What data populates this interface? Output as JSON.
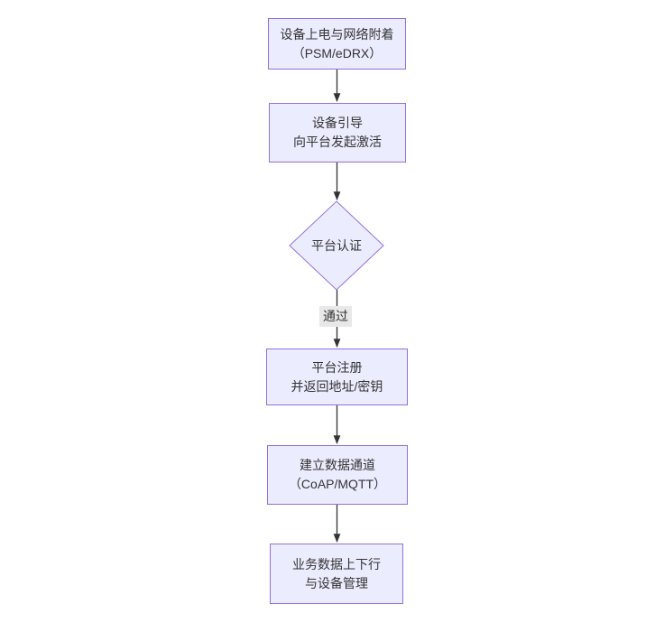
{
  "diagram": {
    "type": "flowchart-top-down",
    "colors": {
      "background": "#ffffff",
      "node_fill": "#ECECFF",
      "node_border": "#9370DB",
      "text": "#333333",
      "arrow": "#333333",
      "edge_label_background": "#e8e8e8"
    },
    "nodes": [
      {
        "id": "power-attach",
        "shape": "rect",
        "lines": [
          "设备上电与网络附着",
          "（PSM/eDRX）"
        ]
      },
      {
        "id": "bootstrap",
        "shape": "rect",
        "lines": [
          "设备引导",
          "向平台发起激活"
        ]
      },
      {
        "id": "platform-auth",
        "shape": "diamond",
        "lines": [
          "平台认证"
        ]
      },
      {
        "id": "platform-register",
        "shape": "rect",
        "lines": [
          "平台注册",
          "并返回地址/密钥"
        ]
      },
      {
        "id": "data-channel",
        "shape": "rect",
        "lines": [
          "建立数据通道",
          "（CoAP/MQTT）"
        ]
      },
      {
        "id": "business-data",
        "shape": "rect",
        "lines": [
          "业务数据上下行",
          "与设备管理"
        ]
      }
    ],
    "edges": [
      {
        "from": "power-attach",
        "to": "bootstrap",
        "label": ""
      },
      {
        "from": "bootstrap",
        "to": "platform-auth",
        "label": ""
      },
      {
        "from": "platform-auth",
        "to": "platform-register",
        "label": "通过"
      },
      {
        "from": "platform-register",
        "to": "data-channel",
        "label": ""
      },
      {
        "from": "data-channel",
        "to": "business-data",
        "label": ""
      }
    ]
  }
}
